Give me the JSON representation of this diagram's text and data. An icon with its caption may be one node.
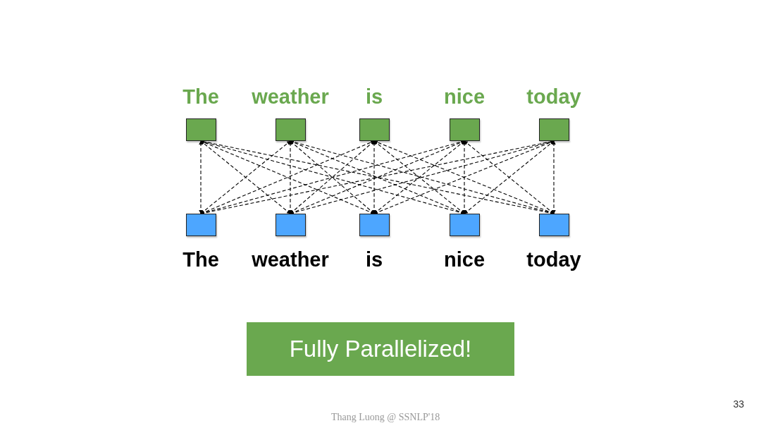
{
  "diagram": {
    "nodes": [
      {
        "text": [
          "The"
        ]
      },
      {
        "text": [
          "weather"
        ]
      },
      {
        "text": [
          "is"
        ]
      },
      {
        "text": [
          "nice"
        ]
      },
      {
        "text": [
          "today"
        ]
      },
      {
        "text": [
          "The"
        ]
      },
      {
        "text": [
          "weather"
        ]
      },
      {
        "text": [
          "is"
        ]
      },
      {
        "text": [
          "nice"
        ]
      },
      {
        "text": [
          "today"
        ]
      },
      {
        "text": [
          "Fully Parallelized!"
        ]
      }
    ],
    "edges": [
      {
        "from": 5,
        "to": 0,
        "arrow": "both",
        "style": "dashed"
      },
      {
        "from": 5,
        "to": 1,
        "arrow": "both",
        "style": "dashed"
      },
      {
        "from": 5,
        "to": 2,
        "arrow": "both",
        "style": "dashed"
      },
      {
        "from": 5,
        "to": 3,
        "arrow": "both",
        "style": "dashed"
      },
      {
        "from": 5,
        "to": 4,
        "arrow": "both",
        "style": "dashed"
      },
      {
        "from": 6,
        "to": 0,
        "arrow": "both",
        "style": "dashed"
      },
      {
        "from": 6,
        "to": 1,
        "arrow": "both",
        "style": "dashed"
      },
      {
        "from": 6,
        "to": 2,
        "arrow": "both",
        "style": "dashed"
      },
      {
        "from": 6,
        "to": 3,
        "arrow": "both",
        "style": "dashed"
      },
      {
        "from": 6,
        "to": 4,
        "arrow": "both",
        "style": "dashed"
      },
      {
        "from": 7,
        "to": 0,
        "arrow": "both",
        "style": "dashed"
      },
      {
        "from": 7,
        "to": 1,
        "arrow": "both",
        "style": "dashed"
      },
      {
        "from": 7,
        "to": 2,
        "arrow": "both",
        "style": "dashed"
      },
      {
        "from": 7,
        "to": 3,
        "arrow": "both",
        "style": "dashed"
      },
      {
        "from": 7,
        "to": 4,
        "arrow": "both",
        "style": "dashed"
      },
      {
        "from": 8,
        "to": 0,
        "arrow": "both",
        "style": "dashed"
      },
      {
        "from": 8,
        "to": 1,
        "arrow": "both",
        "style": "dashed"
      },
      {
        "from": 8,
        "to": 2,
        "arrow": "both",
        "style": "dashed"
      },
      {
        "from": 8,
        "to": 3,
        "arrow": "both",
        "style": "dashed"
      },
      {
        "from": 8,
        "to": 4,
        "arrow": "both",
        "style": "dashed"
      },
      {
        "from": 9,
        "to": 0,
        "arrow": "both",
        "style": "dashed"
      },
      {
        "from": 9,
        "to": 1,
        "arrow": "both",
        "style": "dashed"
      },
      {
        "from": 9,
        "to": 2,
        "arrow": "both",
        "style": "dashed"
      },
      {
        "from": 9,
        "to": 3,
        "arrow": "both",
        "style": "dashed"
      },
      {
        "from": 9,
        "to": 4,
        "arrow": "both",
        "style": "dashed"
      }
    ],
    "labels": [
      "33",
      "Thang Luong @ SSNLP'18"
    ]
  }
}
